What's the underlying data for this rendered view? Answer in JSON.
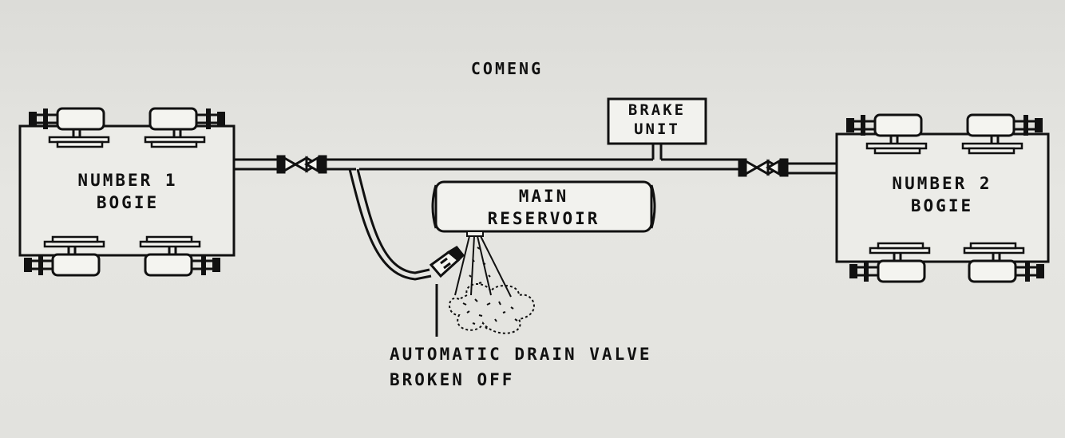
{
  "title": "COMENG",
  "brake_unit": {
    "line1": "BRAKE",
    "line2": "UNIT"
  },
  "main_reservoir": {
    "line1": "MAIN",
    "line2": "RESERVOIR"
  },
  "bogie_1": {
    "line1": "NUMBER 1",
    "line2": "BOGIE"
  },
  "bogie_2": {
    "line1": "NUMBER 2",
    "line2": "BOGIE"
  },
  "callout": {
    "line1": "AUTOMATIC DRAIN VALVE",
    "line2": "BROKEN OFF"
  },
  "colors": {
    "ink": "#111111",
    "background": "#e2e2de",
    "fill": "#f2f2ee"
  }
}
